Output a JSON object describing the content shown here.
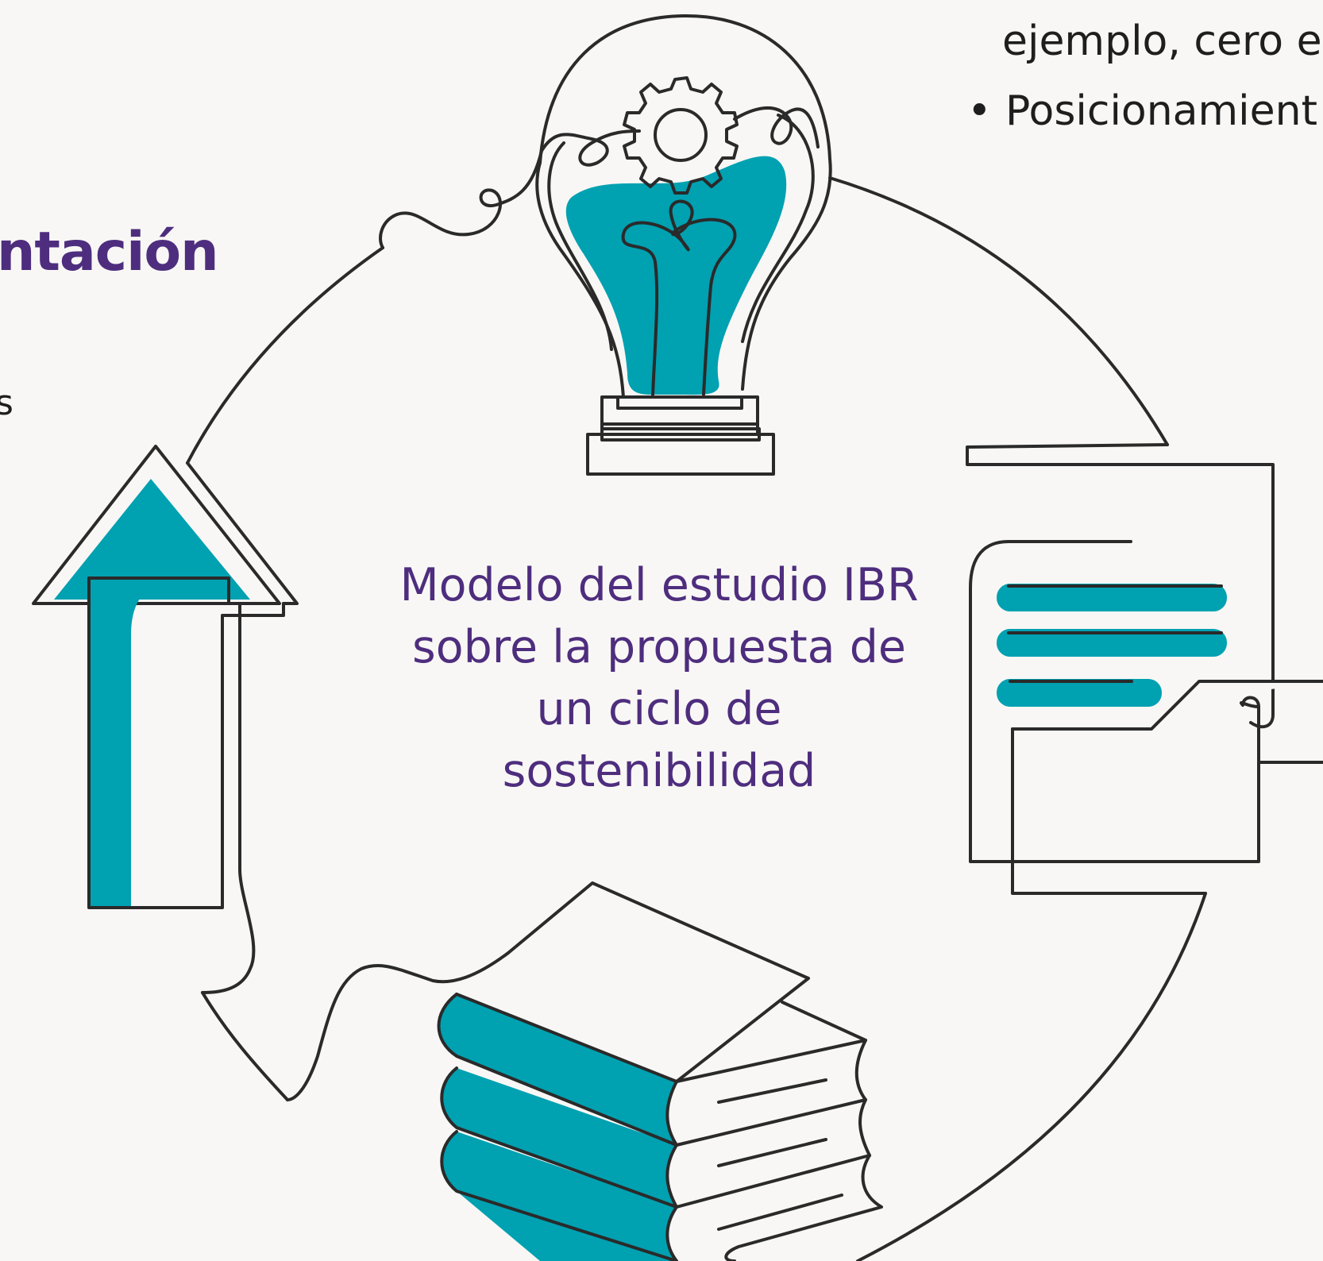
{
  "colors": {
    "accent_teal": "#00a1b1",
    "title_purple": "#4e2d7e",
    "ink": "#2a2a2a",
    "background": "#f8f7f5"
  },
  "heading_fragment": "ntación",
  "side_text_fragment": "s",
  "bullets": {
    "line1": "ejemplo, cero e",
    "line2_bullet": "•",
    "line2": "Posicionamient"
  },
  "center": {
    "title": "Modelo del estudio IBR sobre la propuesta de un ciclo de sostenibilidad"
  },
  "icons": [
    "lightbulb-icon",
    "gear-icon",
    "document-folder-icon",
    "books-icon",
    "up-arrow-icon"
  ]
}
